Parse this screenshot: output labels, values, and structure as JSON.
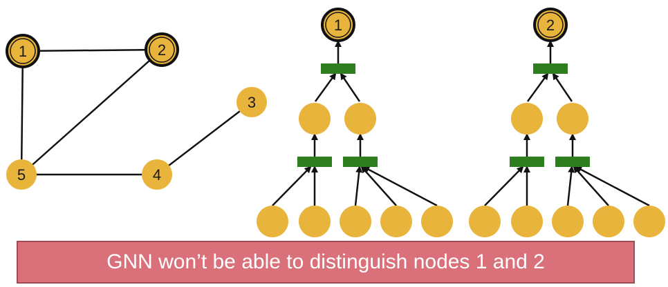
{
  "colors": {
    "node_fill": "#e8b43c",
    "edge": "#111111",
    "aggregator": "#2e7d1f",
    "banner_fill": "#d9707a",
    "banner_border": "#a4475a",
    "banner_text": "#ffffff"
  },
  "graph": {
    "nodes": [
      {
        "id": "1",
        "label": "1",
        "highlighted": true
      },
      {
        "id": "2",
        "label": "2",
        "highlighted": true
      },
      {
        "id": "3",
        "label": "3",
        "highlighted": false
      },
      {
        "id": "4",
        "label": "4",
        "highlighted": false
      },
      {
        "id": "5",
        "label": "5",
        "highlighted": false
      }
    ],
    "edges": [
      [
        "1",
        "2"
      ],
      [
        "1",
        "5"
      ],
      [
        "2",
        "5"
      ],
      [
        "5",
        "4"
      ],
      [
        "4",
        "3"
      ]
    ]
  },
  "computation_trees": [
    {
      "root_label": "1",
      "level1_count": 2,
      "level2_children": [
        2,
        3
      ]
    },
    {
      "root_label": "2",
      "level1_count": 2,
      "level2_children": [
        2,
        3
      ]
    }
  ],
  "banner": {
    "text": "GNN won’t be able to distinguish nodes 1 and 2"
  }
}
